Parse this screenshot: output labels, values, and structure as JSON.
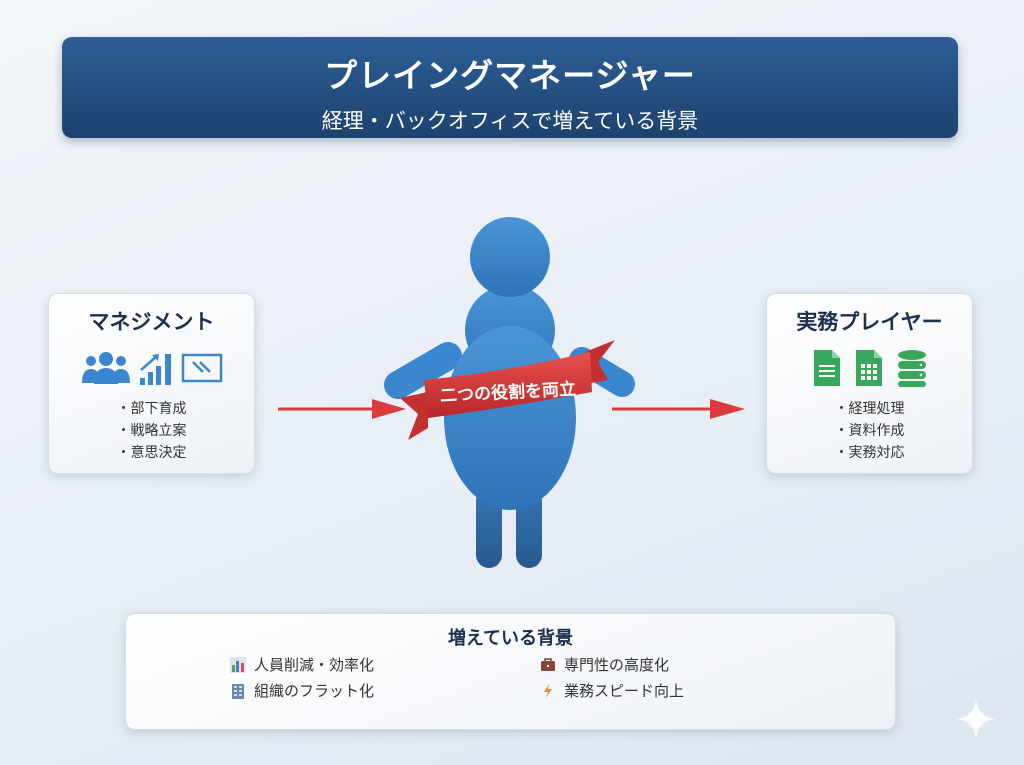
{
  "header": {
    "title": "プレイングマネージャー",
    "subtitle": "経理・バックオフィスで増えている背景"
  },
  "center": {
    "ribbon_label": "二つの役割を両立"
  },
  "management": {
    "title": "マネジメント",
    "icons": [
      "people-icon",
      "growth-chart-icon",
      "whiteboard-icon"
    ],
    "items": [
      "部下育成",
      "戦略立案",
      "意思決定"
    ]
  },
  "player": {
    "title": "実務プレイヤー",
    "icons": [
      "document-icon",
      "spreadsheet-icon",
      "database-icon"
    ],
    "items": [
      "経理処理",
      "資料作成",
      "実務対応"
    ]
  },
  "background": {
    "title": "増えている背景",
    "items": [
      {
        "icon": "bar-chart-icon",
        "label": "人員削減・効率化"
      },
      {
        "icon": "briefcase-icon",
        "label": "専門性の高度化"
      },
      {
        "icon": "building-icon",
        "label": "組織のフラット化"
      },
      {
        "icon": "lightning-icon",
        "label": "業務スピード向上"
      }
    ]
  },
  "colors": {
    "header": "#1d426f",
    "figure": "#3a86cf",
    "ribbon": "#d23a3a",
    "arrow": "#dc3b3b",
    "management_icon": "#3a86cf",
    "player_icon": "#3aa85c"
  }
}
